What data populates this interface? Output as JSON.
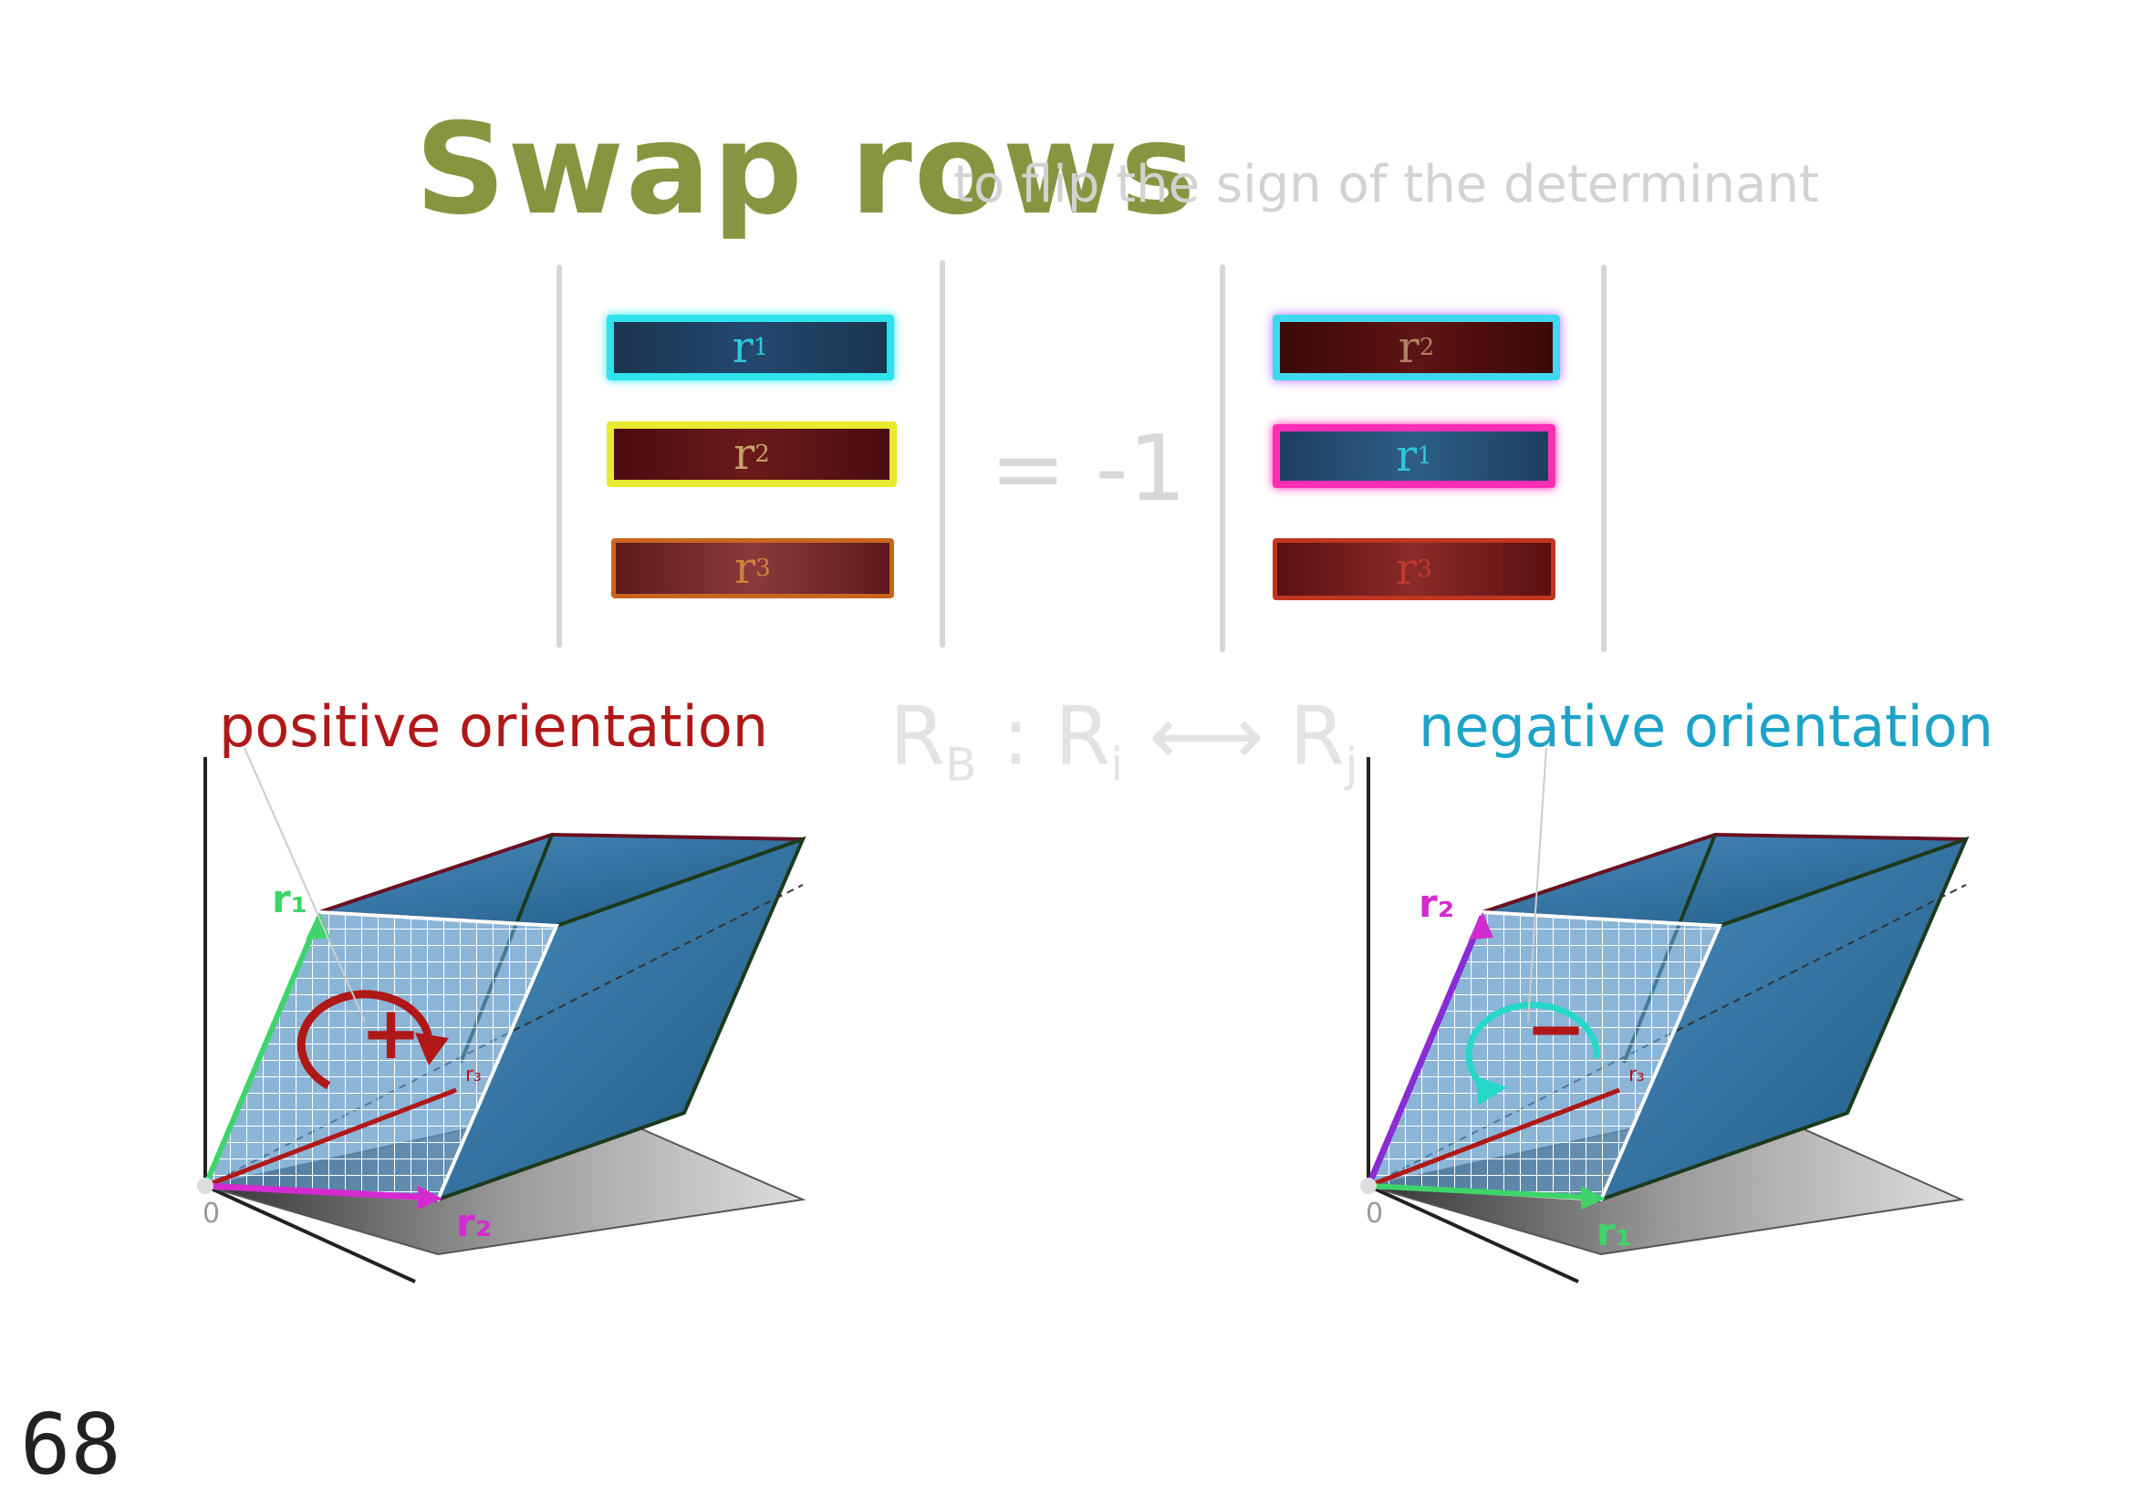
{
  "title": "Swap rows",
  "subtitle": "to flip the sign of the determinant",
  "left_matrix": {
    "rows": [
      {
        "label": "r",
        "sub": "1",
        "color": "#2ee3ec"
      },
      {
        "label": "r",
        "sub": "2",
        "color": "#e9e92f"
      },
      {
        "label": "r",
        "sub": "3",
        "color": "#c8661e"
      }
    ]
  },
  "equation": {
    "equals": "=",
    "factor": "-1"
  },
  "right_matrix": {
    "rows": [
      {
        "label": "r",
        "sub": "2",
        "color": "#40d8ee"
      },
      {
        "label": "r",
        "sub": "1",
        "color": "#ff2fb4"
      },
      {
        "label": "r",
        "sub": "3",
        "color": "#c0361e"
      }
    ]
  },
  "row_operation": {
    "name": "R",
    "name_sub": "B",
    "left": "R",
    "left_sub": "i",
    "arrow": "⟷",
    "right": "R",
    "right_sub": "j"
  },
  "positive": {
    "label": "positive orientation",
    "sign": "+",
    "top_vector": "r₁",
    "bottom_vector": "r₂",
    "third_vector": "r₃",
    "origin": "0"
  },
  "negative": {
    "label": "negative orientation",
    "sign": "−",
    "top_vector": "r₂",
    "bottom_vector": "r₁",
    "third_vector": "r₃",
    "origin": "0"
  },
  "page_number": "68",
  "colors": {
    "title": "#869640",
    "positive": "#b01818",
    "negative": "#1ea3c8",
    "box_blue": "#2f6f9c",
    "r1_green": "#3ed46a",
    "r2_magenta": "#d42bd0"
  }
}
